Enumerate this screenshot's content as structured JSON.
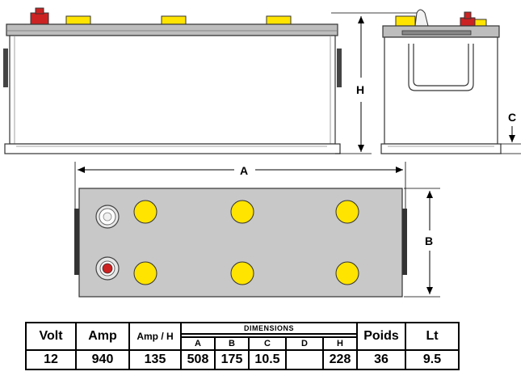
{
  "dimension_labels": {
    "a": "A",
    "h": "H",
    "b": "B",
    "c": "C"
  },
  "table": {
    "volt_label": "Volt",
    "amp_label": "Amp",
    "amp_h_label": "Amp / H",
    "dimensions_label": "DIMENSIONS",
    "dim_cols": [
      "A",
      "B",
      "C",
      "D",
      "H"
    ],
    "poids_label": "Poids",
    "lt_label": "Lt",
    "values": {
      "volt": "12",
      "amp": "940",
      "amp_h": "135",
      "a": "508",
      "b": "175",
      "c": "10.5",
      "d": "",
      "h": "228",
      "poids": "36",
      "lt": "9.5"
    }
  },
  "colors": {
    "body_gray": "#c8c8c8",
    "terminal_yellow": "#ffe400",
    "terminal_red": "#cc2222",
    "outline": "#333333"
  }
}
